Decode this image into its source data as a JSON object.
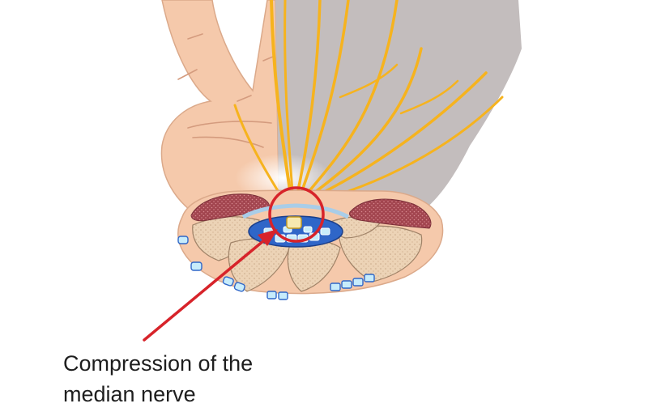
{
  "caption": {
    "line1": "Compression of the",
    "line2": "median nerve"
  },
  "colors": {
    "skin": "#f5c9ab",
    "skin_outline": "#dba98a",
    "shadow_hand": "#c3bdbd",
    "nerve": "#f6b31e",
    "bone": "#ecd3b6",
    "muscle": "#a2454f",
    "tendon_sheath": "#2f66c8",
    "tendon": "#c7ecfb",
    "pointer": "#d7232a"
  },
  "icons": [
    "hand-illustration",
    "carpal-tunnel-cross-section",
    "pointer-arrow",
    "highlight-circle"
  ]
}
